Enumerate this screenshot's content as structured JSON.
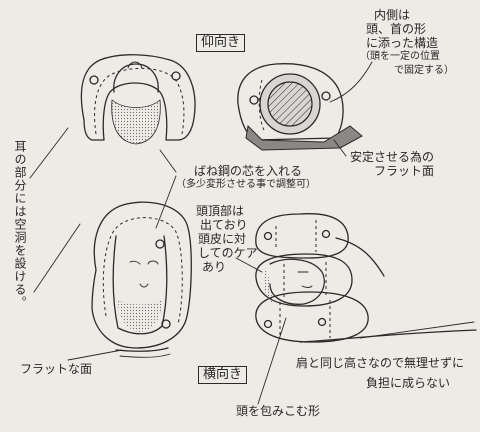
{
  "labels": {
    "supine": "仰向き",
    "side": "横向き",
    "inner_structure": [
      "内側は",
      "頭、首の形",
      "に添った構造",
      "（頭を一定の位置",
      "で固定する）"
    ],
    "stable_flat": [
      "安定させる為の",
      "フラット面"
    ],
    "spring_core": [
      "ばね鋼の芯を入れる",
      "（多少変形させる事で調整可）"
    ],
    "ear_space": "耳の部分には空洞を設ける。",
    "crown_care": [
      "頭頂部は",
      "出ており",
      "頭皮に対",
      "してのケア",
      "あり"
    ],
    "flat_surface": "フラットな面",
    "shoulder_height": [
      "肩と同じ高さなので無理せずに",
      "負担に成らない"
    ],
    "wrap_head": "頭を包みこむ形"
  },
  "colors": {
    "paper": "#ecebe6",
    "ink": "#2c2a28",
    "shade": "#8a8784",
    "hatch_fill": "#d8d6d2"
  }
}
